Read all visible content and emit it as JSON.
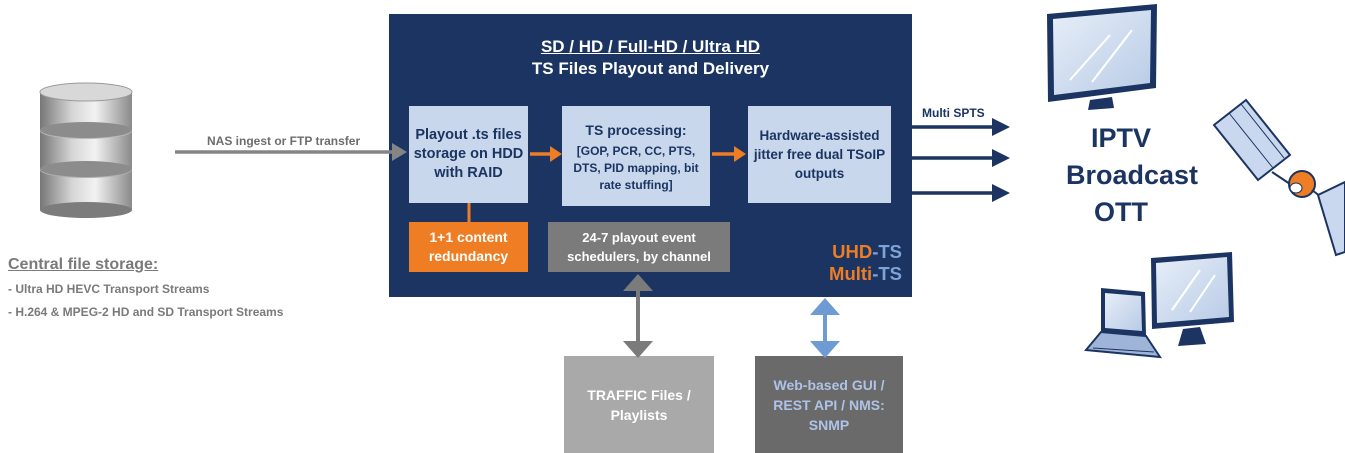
{
  "main_box": {
    "title_line1": "SD / HD / Full-HD / Ultra HD",
    "title_line2": "TS Files Playout and Delivery"
  },
  "blocks": {
    "playout": "Playout .ts files storage on HDD with RAID",
    "ts_processing_head": "TS processing:",
    "ts_processing_body": "[GOP, PCR, CC, PTS, DTS, PID mapping, bit rate stuffing]",
    "hardware": "Hardware-assisted jitter free dual TSoIP outputs",
    "redundancy": "1+1 content redundancy",
    "scheduler": "24-7 playout event schedulers, by channel"
  },
  "badge": {
    "uhd_a": "UHD",
    "uhd_b": "-TS",
    "multi_a": "Multi",
    "multi_b": "-TS"
  },
  "external": {
    "traffic": "TRAFFIC Files / Playlists",
    "gui": "Web-based GUI / REST API / NMS: SNMP"
  },
  "labels": {
    "nas": "NAS ingest or FTP transfer",
    "spts": "Multi SPTS"
  },
  "storage": {
    "title": "Central file storage:",
    "items": [
      "- Ultra HD HEVC Transport Streams",
      "- H.264 & MPEG-2 HD and SD Transport Streams"
    ]
  },
  "outputs": {
    "line1": "IPTV",
    "line2": "Broadcast",
    "line3": "OTT"
  },
  "colors": {
    "navy": "#1b3461",
    "orange": "#ee7d23",
    "light_blue": "#c8d7ec",
    "gray": "#7b7b7b"
  }
}
